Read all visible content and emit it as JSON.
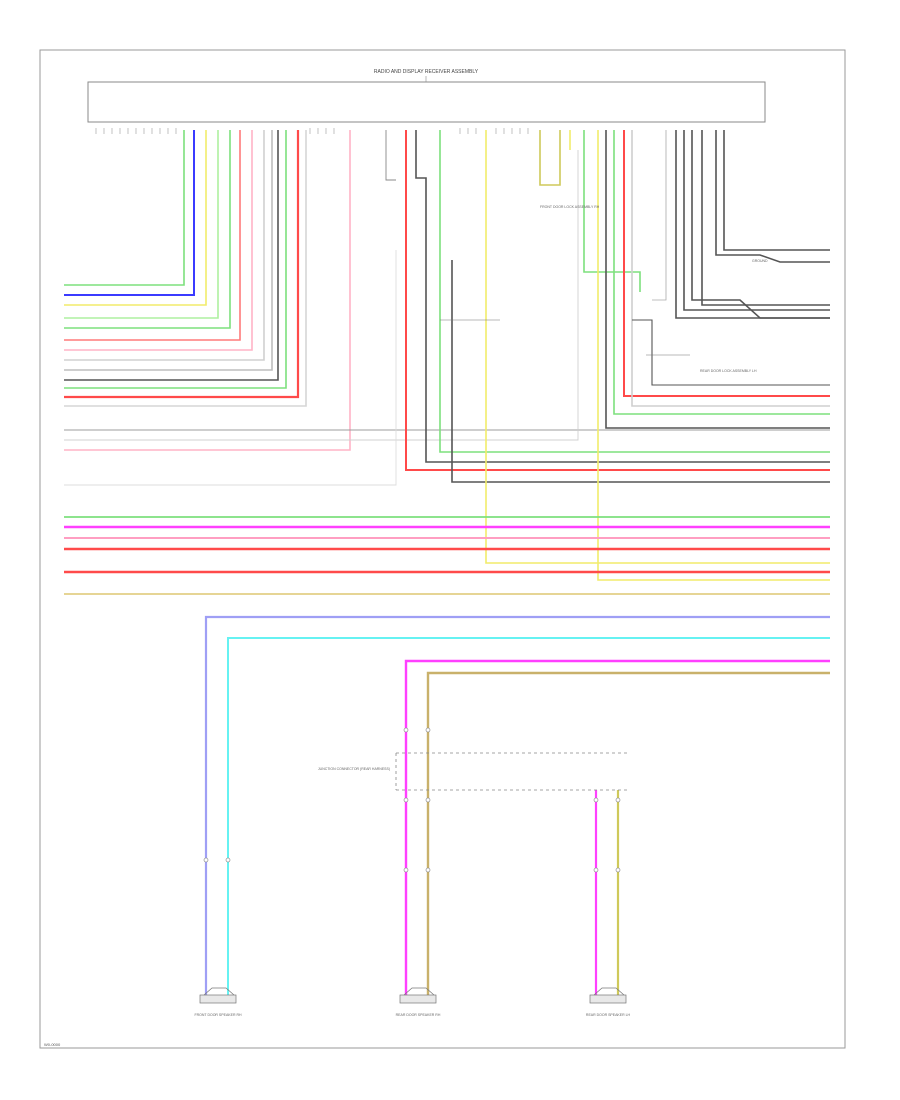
{
  "colors": {
    "frame": "#9a9a9a",
    "dark": "#333333",
    "green": "#7de07d",
    "blue": "#3b3bff",
    "yellow": "#f2ec6a",
    "red": "#ff4a4a",
    "pink": "#ffb3c6",
    "gray": "#bdbdbd",
    "black": "#555555",
    "magenta": "#ff40ff",
    "cyan": "#66f2f2",
    "violet": "#9f9ff5",
    "tan": "#c9b16b",
    "olive": "#cfc95a"
  },
  "components": {
    "main_unit": "RADIO AND DISPLAY RECEIVER ASSEMBLY",
    "front_door_speaker_rh": "FRONT DOOR SPEAKER RH",
    "rear_door_speaker_rh": "REAR DOOR SPEAKER RH",
    "rear_door_speaker_lh": "REAR DOOR SPEAKER LH",
    "connector_junction": "JUNCTION CONNECTOR (REAR HARNESS)",
    "door_lock_rh": "FRONT DOOR LOCK ASSEMBLY RH",
    "door_lock_lh": "REAR DOOR LOCK ASSEMBLY LH",
    "ground_point": "GROUND"
  },
  "footer": {
    "code": "W0-0000"
  }
}
